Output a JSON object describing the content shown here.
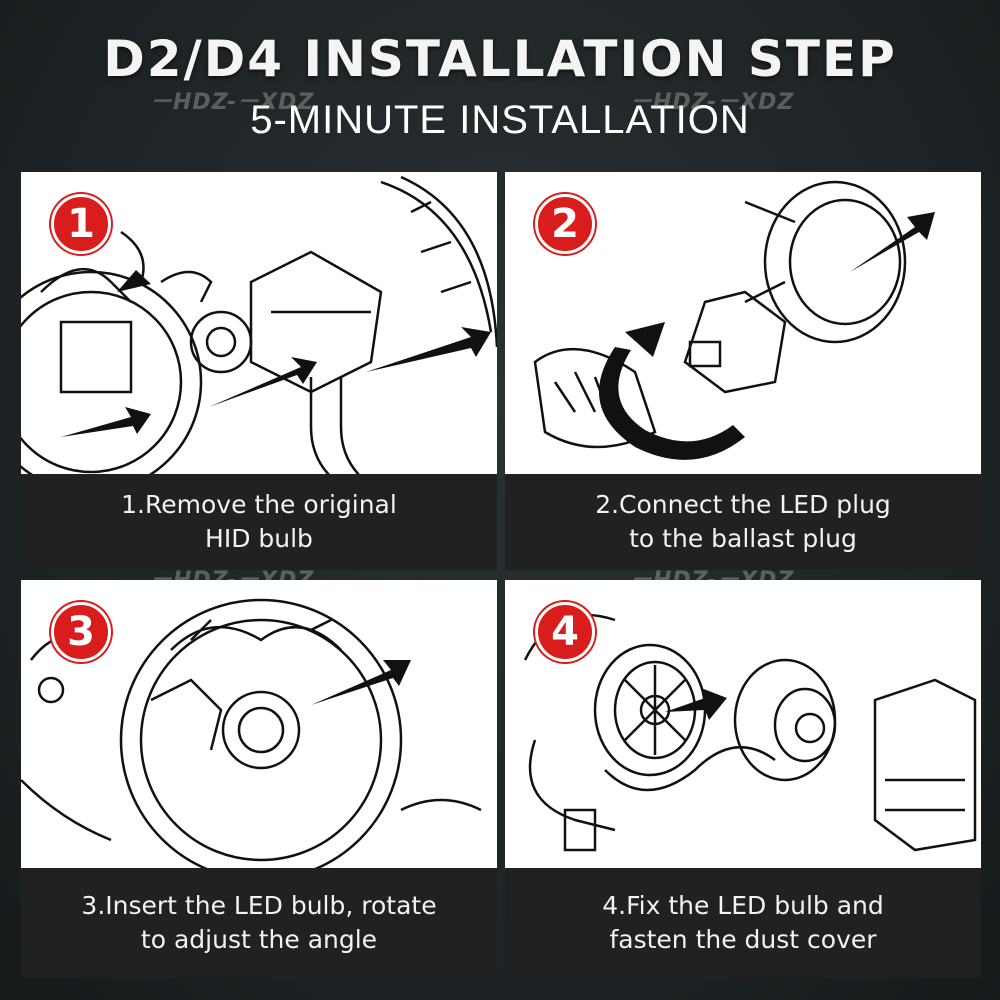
{
  "header": {
    "title": "D2/D4 INSTALLATION STEP",
    "subtitle": "5-MINUTE INSTALLATION"
  },
  "watermark": "ㄧHDZ-ㄧXDZ",
  "steps": [
    {
      "number": "1",
      "caption": "1.Remove the original\nHID bulb"
    },
    {
      "number": "2",
      "caption": "2.Connect the LED plug\nto the ballast plug"
    },
    {
      "number": "3",
      "caption": "3.Insert the LED bulb, rotate\nto adjust the angle"
    },
    {
      "number": "4",
      "caption": "4.Fix the LED bulb and\nfasten the dust cover"
    }
  ],
  "colors": {
    "background": "#1d2224",
    "badge": "#d91c1c",
    "caption_bg": "#1f2123",
    "arrow": "#111111"
  }
}
